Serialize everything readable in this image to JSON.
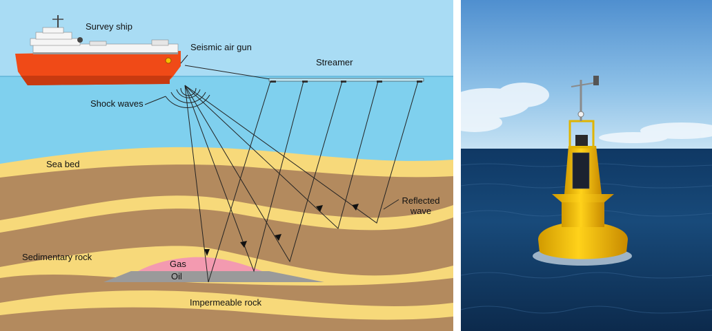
{
  "diagram": {
    "labels": {
      "survey_ship": "Survey ship",
      "seismic_air_gun": "Seismic air gun",
      "streamer": "Streamer",
      "shock_waves": "Shock waves",
      "sea_bed": "Sea bed",
      "reflected_wave_line1": "Reflected",
      "reflected_wave_line2": "wave",
      "sedimentary_rock": "Sedimentary rock",
      "gas": "Gas",
      "oil": "Oil",
      "impermeable_rock": "Impermeable rock"
    },
    "colors": {
      "sky": "#a9dcf4",
      "sea": "#7fd0ee",
      "sand_layer": "#f7d97a",
      "rock_layer": "#b38a5e",
      "gas": "#f39ab0",
      "oil": "#9a9a9a",
      "hull": "#f04a17",
      "ray": "#222222"
    }
  },
  "photo": {
    "subject": "yellow ocean buoy with solar panel and wind sensor",
    "colors": {
      "sky": "#8fc2e8",
      "ocean": "#123c66",
      "buoy": "#f2c300"
    }
  }
}
